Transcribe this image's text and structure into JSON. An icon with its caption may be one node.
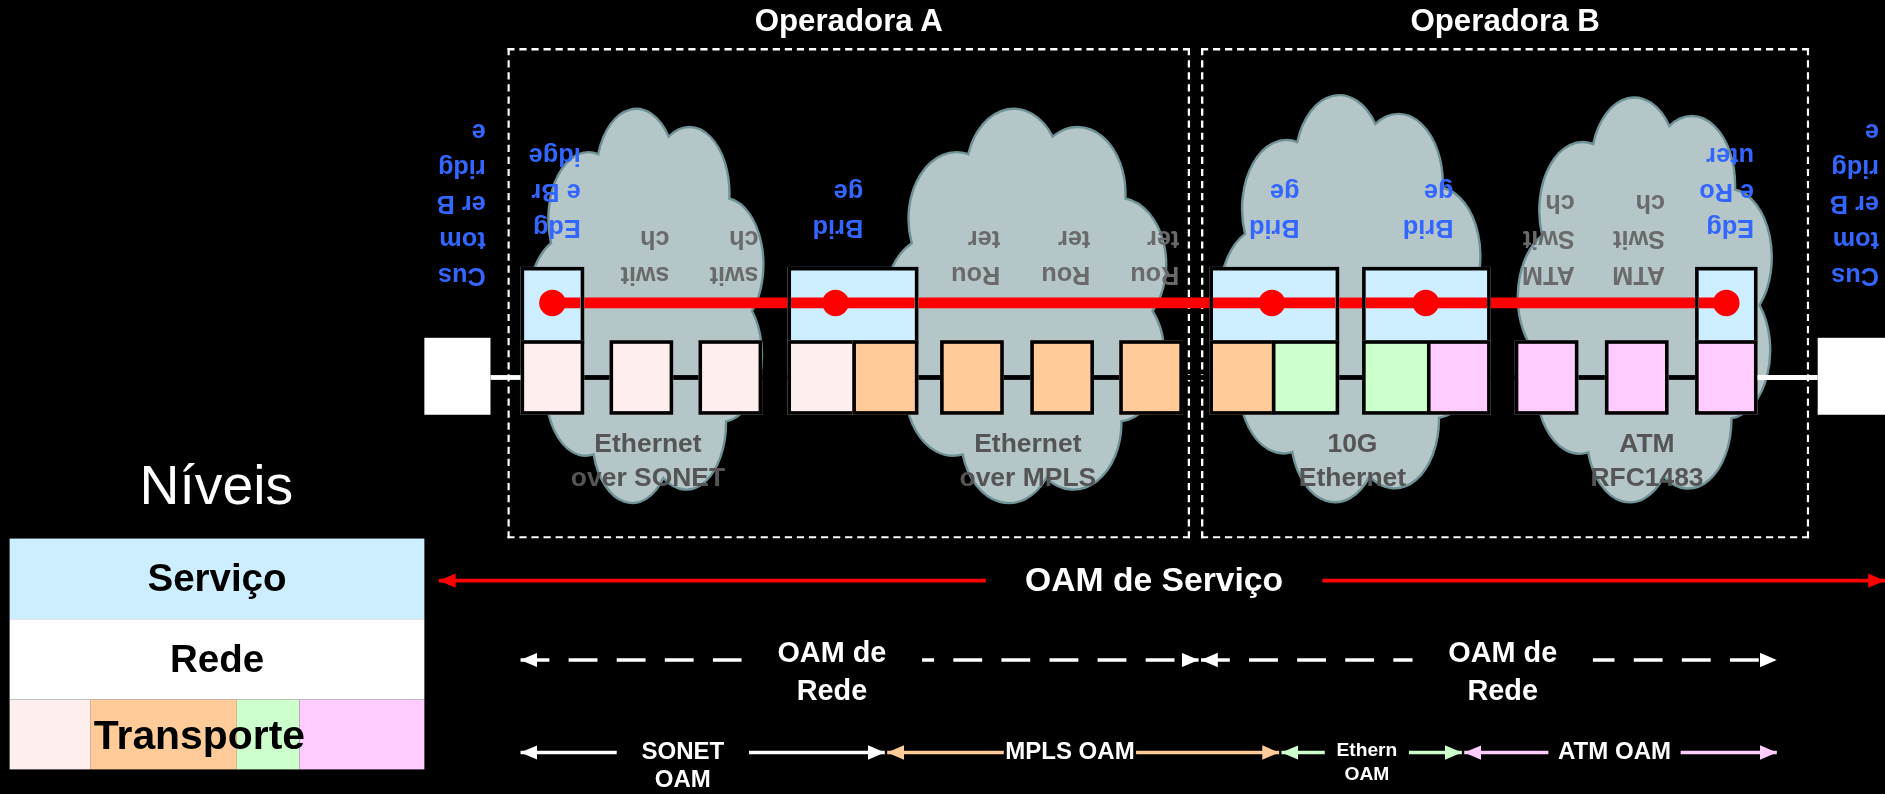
{
  "diagram": {
    "nodes": [
      {
        "text": [
          "Operadora A"
        ]
      },
      {
        "text": [
          "Operadora B"
        ]
      },
      {
        "text": [
          "Ethernet over SONET"
        ],
        "in": 0
      },
      {
        "text": [
          "Ethernet over MPLS"
        ],
        "in": 0
      },
      {
        "text": [
          "10G Ethernet"
        ],
        "in": 1
      },
      {
        "text": [
          "ATM RFC1483"
        ],
        "in": 1
      },
      {
        "text": [
          "Customer Bridge"
        ]
      },
      {
        "text": [
          "Edge Bridge"
        ],
        "in": 2
      },
      {
        "text": [
          "switch"
        ],
        "in": 2
      },
      {
        "text": [
          "switch"
        ],
        "in": 2
      },
      {
        "text": [
          "Bridge"
        ],
        "in": 0
      },
      {
        "text": [
          "Router"
        ],
        "in": 3
      },
      {
        "text": [
          "Router"
        ],
        "in": 3
      },
      {
        "text": [
          "Router"
        ],
        "in": 3
      },
      {
        "text": [
          "Bridge"
        ],
        "in": 4
      },
      {
        "text": [
          "Bridge"
        ],
        "in": 4
      },
      {
        "text": [
          "ATM Switch"
        ],
        "in": 5
      },
      {
        "text": [
          "ATM Switch"
        ],
        "in": 5
      },
      {
        "text": [
          "Edge Router"
        ],
        "in": 5
      },
      {
        "text": [
          "Customer Bridge"
        ]
      }
    ],
    "edges": [
      {
        "from": 6,
        "to": 7,
        "arrow": "none",
        "color": "#ffffff"
      },
      {
        "from": 7,
        "to": 8,
        "arrow": "none"
      },
      {
        "from": 8,
        "to": 9,
        "arrow": "none"
      },
      {
        "from": 9,
        "to": 10,
        "arrow": "none"
      },
      {
        "from": 10,
        "to": 11,
        "arrow": "none"
      },
      {
        "from": 11,
        "to": 12,
        "arrow": "none"
      },
      {
        "from": 12,
        "to": 13,
        "arrow": "none"
      },
      {
        "from": 13,
        "to": 14,
        "arrow": "none"
      },
      {
        "from": 14,
        "to": 15,
        "arrow": "none"
      },
      {
        "from": 15,
        "to": 16,
        "arrow": "none"
      },
      {
        "from": 16,
        "to": 17,
        "arrow": "none"
      },
      {
        "from": 17,
        "to": 18,
        "arrow": "none"
      },
      {
        "from": 18,
        "to": 19,
        "arrow": "none",
        "color": "#ffffff"
      },
      {
        "from": 7,
        "to": 10,
        "arrow": "none",
        "style": "thick",
        "color": "#ff0000"
      },
      {
        "from": 10,
        "to": 14,
        "arrow": "none",
        "style": "thick",
        "color": "#ff0000"
      },
      {
        "from": 14,
        "to": 15,
        "arrow": "none",
        "style": "thick",
        "color": "#ff0000"
      },
      {
        "from": 15,
        "to": 18,
        "arrow": "none",
        "style": "thick",
        "color": "#ff0000"
      }
    ],
    "labels": [
      "Níveis",
      "OAM de Serviço",
      "OAM de Rede",
      "OAM de Rede",
      "SONET OAM",
      "MPLS OAM",
      "Ethern OAM",
      "ATM OAM"
    ],
    "legend": [
      {
        "text": "Serviço",
        "color": "#cceeff"
      },
      {
        "text": "Rede",
        "color": "#ffffff"
      },
      {
        "text": "Transporte"
      }
    ]
  }
}
